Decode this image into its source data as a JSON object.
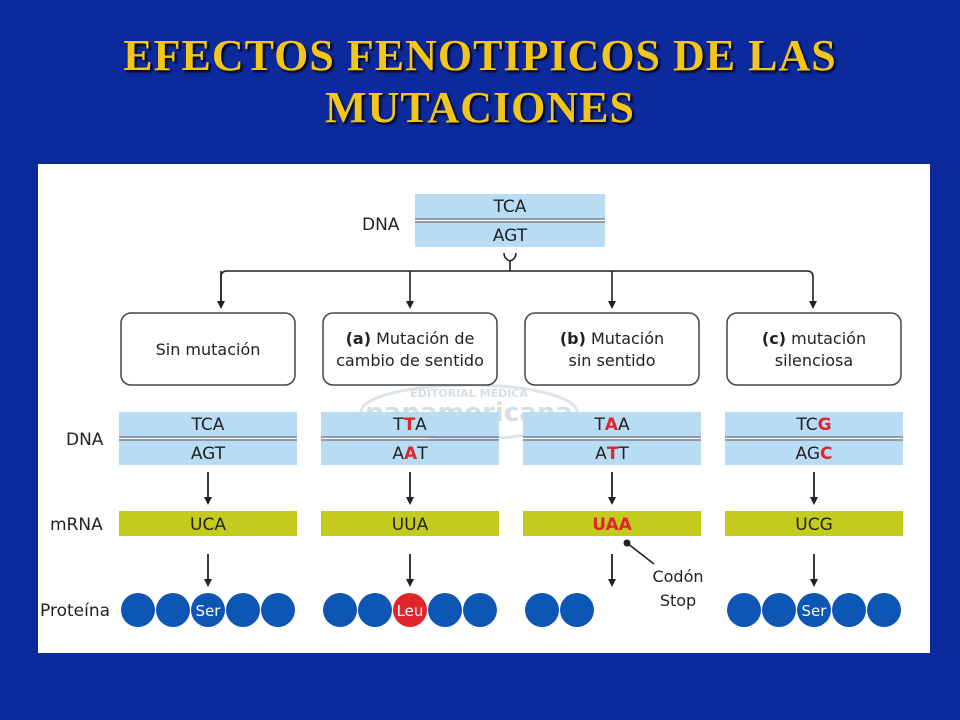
{
  "slide": {
    "title_line1": "EFECTOS FENOTIPICOS DE LAS",
    "title_line2": "MUTACIONES"
  },
  "diagram": {
    "top": {
      "label": "DNA",
      "strand1": "TCA",
      "strand2": "AGT"
    },
    "row_labels": {
      "dna": "DNA",
      "mrna": "mRNA",
      "protein": "Proteína"
    },
    "watermark": {
      "line1": "EDITORIAL MÉDICA",
      "line2": "panamericana"
    },
    "stop_note": {
      "line1": "Codón",
      "line2": "Stop"
    },
    "columns": [
      {
        "box": [
          "Sin mutación"
        ],
        "box_bold": "",
        "dna_top": [
          [
            "TCA",
            false
          ]
        ],
        "dna_bottom": [
          [
            "AGT",
            false
          ]
        ],
        "mrna": [
          [
            "UCA",
            false
          ]
        ],
        "protein": [
          "",
          "",
          "Ser",
          "",
          ""
        ],
        "highlight_index": -1
      },
      {
        "box": [
          "Mutación de",
          "cambio de sentido"
        ],
        "box_bold": "(a)",
        "dna_top": [
          [
            "T",
            false
          ],
          [
            "T",
            true
          ],
          [
            "A",
            false
          ]
        ],
        "dna_bottom": [
          [
            "A",
            false
          ],
          [
            "A",
            true
          ],
          [
            "T",
            false
          ]
        ],
        "mrna": [
          [
            "UUA",
            false
          ]
        ],
        "protein": [
          "",
          "",
          "Leu",
          "",
          ""
        ],
        "highlight_index": 2
      },
      {
        "box": [
          "Mutación",
          "sin sentido"
        ],
        "box_bold": "(b)",
        "dna_top": [
          [
            "T",
            false
          ],
          [
            "A",
            true
          ],
          [
            "A",
            false
          ]
        ],
        "dna_bottom": [
          [
            "A",
            false
          ],
          [
            "T",
            true
          ],
          [
            "T",
            false
          ]
        ],
        "mrna": [
          [
            "UAA",
            true
          ]
        ],
        "protein": [
          "",
          ""
        ],
        "highlight_index": -1
      },
      {
        "box": [
          "mutación",
          "silenciosa"
        ],
        "box_bold": "(c)",
        "dna_top": [
          [
            "TC",
            false
          ],
          [
            "G",
            true
          ]
        ],
        "dna_bottom": [
          [
            "AG",
            false
          ],
          [
            "C",
            true
          ]
        ],
        "mrna": [
          [
            "UCG",
            false
          ]
        ],
        "protein": [
          "",
          "",
          "Ser",
          "",
          ""
        ],
        "highlight_index": -1
      }
    ]
  },
  "colors": {
    "background": "#0d2a9c",
    "title": "#f2c51a",
    "strand": "#b8dcf4",
    "mrna": "#c3cc1e",
    "protein_circle": "#0d56b4",
    "mutant_circle": "#e0252d",
    "mutation_text": "#e0252d"
  }
}
